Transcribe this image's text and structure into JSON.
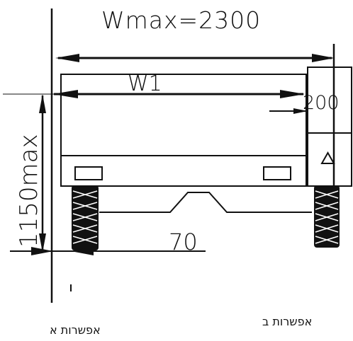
{
  "dimensions": {
    "wmax": "Wmax=2300",
    "w1": "W1",
    "offset_200": "200",
    "height_max": "1150max",
    "wheel_gap": "70"
  },
  "captions": {
    "option_a": "אפשרות א",
    "option_b": "אפשרות ב"
  },
  "colors": {
    "ink": "#111111",
    "background": "#ffffff"
  }
}
